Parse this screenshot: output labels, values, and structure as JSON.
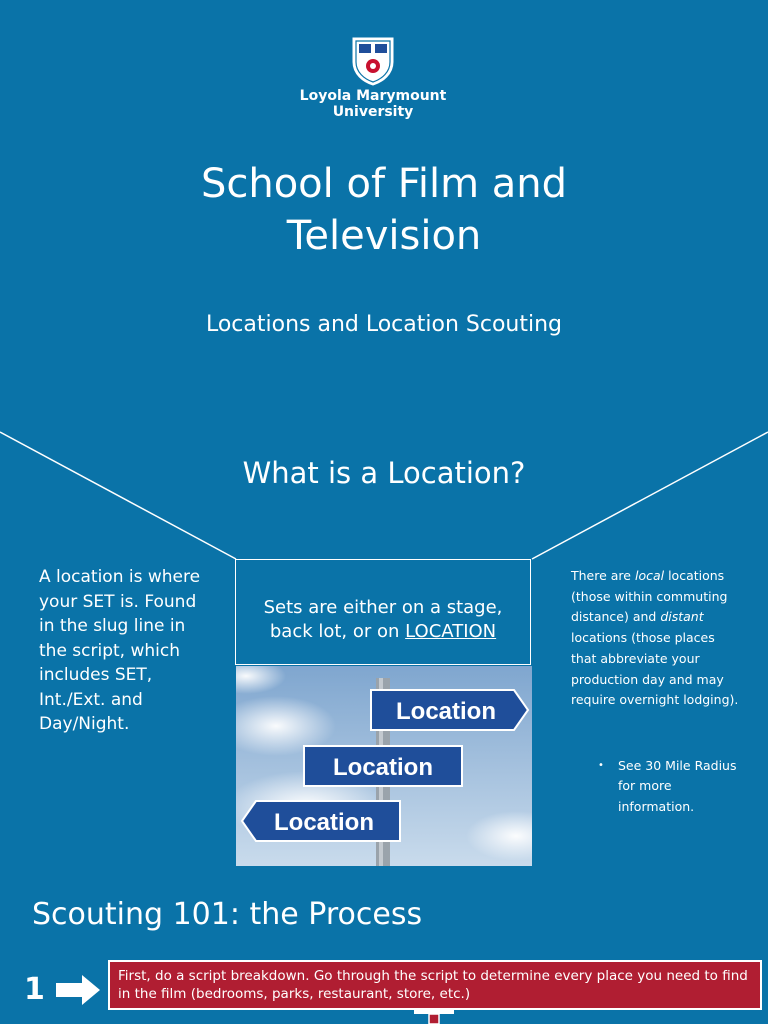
{
  "header": {
    "university_line1": "Loyola Marymount",
    "university_line2": "University",
    "logo_icon": "lmu-shield-icon"
  },
  "title": {
    "line1": "School of Film and",
    "line2": "Television"
  },
  "subtitle": "Locations and Location Scouting",
  "section": {
    "heading": "What is a Location?",
    "left_text": "A location is where your SET is. Found in the slug line in the script, which includes SET, Int./Ext. and Day/Night.",
    "center": {
      "text_before": "Sets are either on a stage, back lot, or on ",
      "text_link": "LOCATION"
    },
    "image": {
      "signs": [
        "Location",
        "Location",
        "Location"
      ]
    },
    "right": {
      "p1": "There are ",
      "local": "local",
      "p2": " locations (those within commuting distance) and ",
      "distant": "distant",
      "p3": " locations (those places that abbreviate your production day and may require overnight lodging).",
      "bullet": "See 30 Mile Radius for more information."
    }
  },
  "scouting": {
    "heading": "Scouting 101: the Process",
    "step_number": "1",
    "step_text": "First, do a script breakdown. Go through the script to determine every place you need to find in the film (bedrooms, parks, restaurant, store, etc.)"
  },
  "colors": {
    "background": "#0a73a8",
    "step_box": "#b01e32",
    "sign_blue": "#1f4e9a"
  }
}
